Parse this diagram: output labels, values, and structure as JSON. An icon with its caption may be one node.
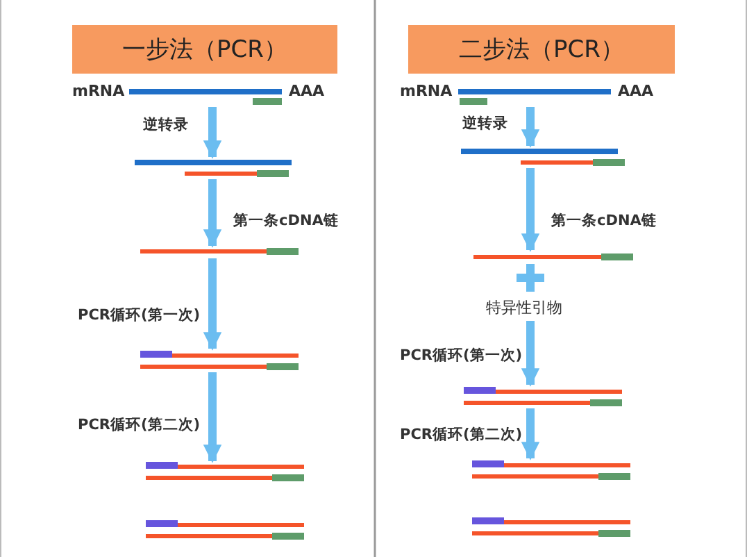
{
  "diagram": {
    "nodes": [
      {
        "text": [
          "一步法（PCR）"
        ]
      },
      {
        "text": [],
        "shape": "bar",
        "beside": [
          "mRNA",
          "AAA"
        ]
      },
      {
        "text": [],
        "shape": "bar"
      },
      {
        "text": [],
        "shape": "bar"
      },
      {
        "text": [],
        "shape": "bar"
      },
      {
        "text": [],
        "shape": "bar"
      },
      {
        "text": [],
        "shape": "bar"
      },
      {
        "text": [
          "二步法（PCR）"
        ]
      },
      {
        "text": [],
        "shape": "bar",
        "beside": [
          "mRNA",
          "AAA"
        ]
      },
      {
        "text": [],
        "shape": "bar"
      },
      {
        "text": [],
        "shape": "bar"
      },
      {
        "text": [
          "特异性引物"
        ]
      },
      {
        "text": [],
        "shape": "bar"
      },
      {
        "text": [],
        "shape": "bar"
      },
      {
        "text": [],
        "shape": "bar"
      }
    ],
    "edges": [
      {
        "from": 1,
        "to": 2,
        "arrow": "to",
        "label": "逆转录"
      },
      {
        "from": 2,
        "to": 3,
        "arrow": "to",
        "label": "第一条cDNA链"
      },
      {
        "from": 3,
        "to": 4,
        "arrow": "to",
        "label": "PCR循环(第一次)"
      },
      {
        "from": 4,
        "to": 5,
        "arrow": "to",
        "label": "PCR循环(第二次)"
      },
      {
        "from": 8,
        "to": 9,
        "arrow": "to",
        "label": "逆转录"
      },
      {
        "from": 9,
        "to": 10,
        "arrow": "to",
        "label": "第一条cDNA链"
      },
      {
        "from": 11,
        "to": 12,
        "arrow": "to",
        "label": "PCR循环(第一次)"
      },
      {
        "from": 12,
        "to": 13,
        "arrow": "to",
        "label": "PCR循环(第二次)"
      }
    ]
  }
}
